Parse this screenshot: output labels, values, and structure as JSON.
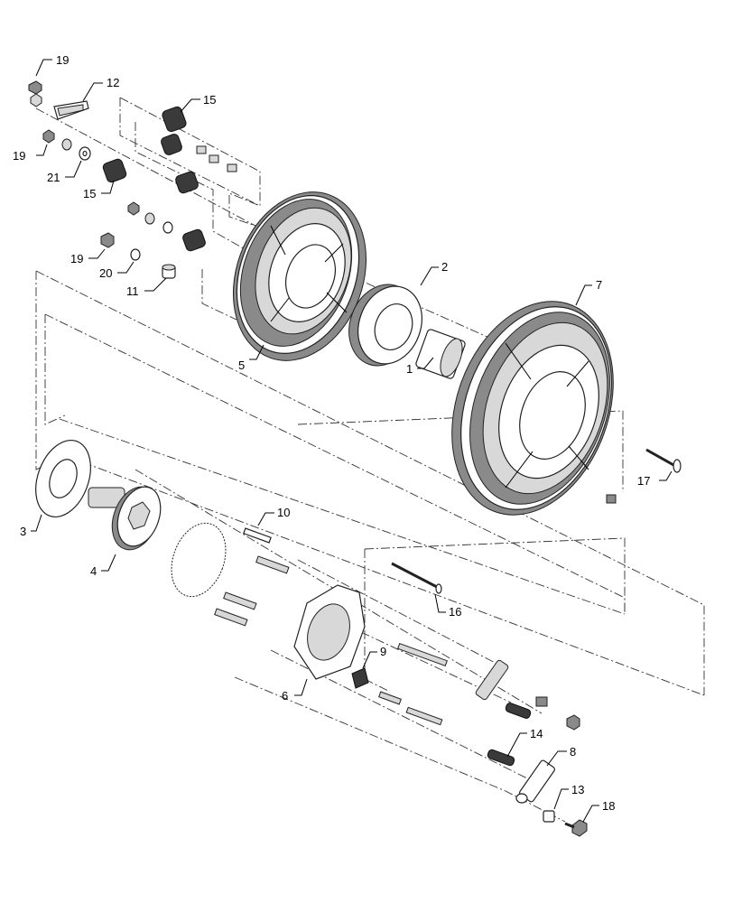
{
  "callouts": [
    {
      "id": "c19a",
      "label": "19"
    },
    {
      "id": "c12",
      "label": "12"
    },
    {
      "id": "c15a",
      "label": "15"
    },
    {
      "id": "c19b",
      "label": "19"
    },
    {
      "id": "c21",
      "label": "21"
    },
    {
      "id": "c15b",
      "label": "15"
    },
    {
      "id": "c19c",
      "label": "19"
    },
    {
      "id": "c20",
      "label": "20"
    },
    {
      "id": "c11",
      "label": "11"
    },
    {
      "id": "c2",
      "label": "2"
    },
    {
      "id": "c7",
      "label": "7"
    },
    {
      "id": "c5",
      "label": "5"
    },
    {
      "id": "c1",
      "label": "1"
    },
    {
      "id": "c3",
      "label": "3"
    },
    {
      "id": "c10",
      "label": "10"
    },
    {
      "id": "c17",
      "label": "17"
    },
    {
      "id": "c4",
      "label": "4"
    },
    {
      "id": "c16",
      "label": "16"
    },
    {
      "id": "c9",
      "label": "9"
    },
    {
      "id": "c6",
      "label": "6"
    },
    {
      "id": "c14",
      "label": "14"
    },
    {
      "id": "c8",
      "label": "8"
    },
    {
      "id": "c13",
      "label": "13"
    },
    {
      "id": "c18",
      "label": "18"
    }
  ]
}
